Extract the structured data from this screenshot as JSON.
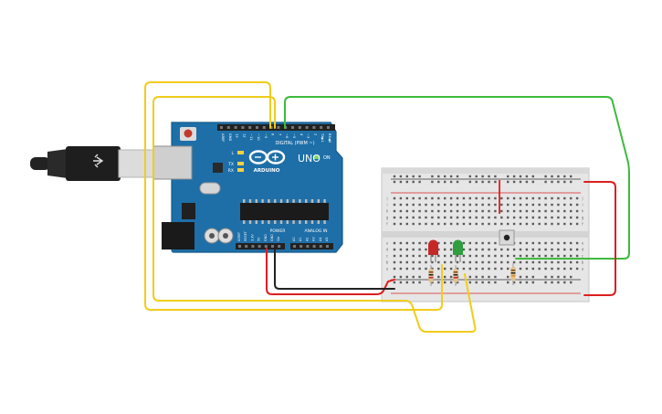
{
  "board": {
    "brand": "ARDUINO",
    "model": "UNO",
    "header_digital": "DIGITAL (PWM ~)",
    "header_power": "POWER",
    "header_analog": "ANALOG IN",
    "label_tx": "TX",
    "label_rx": "RX",
    "label_l": "L",
    "label_on": "ON",
    "digital_pins": [
      "AREF",
      "GND",
      "13",
      "12",
      "~11",
      "~10",
      "~9",
      "8",
      "7",
      "~6",
      "~5",
      "4",
      "~3",
      "2",
      "TX▶1",
      "RX◀0"
    ],
    "power_pins": [
      "IOREF",
      "RESET",
      "3.3V",
      "5V",
      "GND",
      "GND",
      "Vin"
    ],
    "analog_pins": [
      "A0",
      "A1",
      "A2",
      "A3",
      "A4",
      "A5"
    ]
  },
  "breadboard": {
    "row_letters_top": [
      "j",
      "i",
      "h",
      "g",
      "f"
    ],
    "row_letters_bottom": [
      "e",
      "d",
      "c",
      "b",
      "a"
    ]
  },
  "components": {
    "led_red_color": "#c62828",
    "led_green_color": "#2e9e3e",
    "board_color": "#1e6fa8",
    "wire_yellow": "#f2cc1b",
    "wire_green": "#3dbb3d",
    "wire_red": "#dd1f1f",
    "wire_black": "#222222"
  }
}
